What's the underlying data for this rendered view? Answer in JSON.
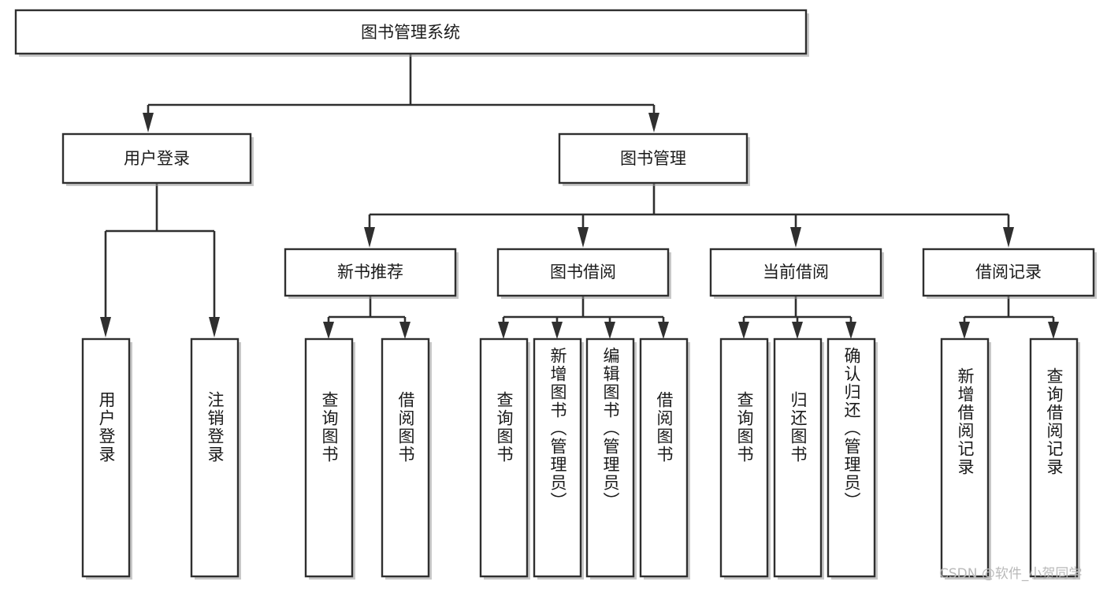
{
  "diagram": {
    "title": "图书管理系统",
    "type": "tree",
    "watermark": "CSDN @软件_小贺同学",
    "colors": {
      "stroke": "#2f2f2f",
      "fill": "#ffffff",
      "text": "#1a1a1a",
      "shadow": "#9a9a9a",
      "watermark": "#b9b9b9"
    },
    "levels": {
      "root": {
        "label": "图书管理系统"
      },
      "level1": [
        {
          "label": "用户登录"
        },
        {
          "label": "图书管理"
        }
      ],
      "level2": [
        {
          "label": "新书推荐"
        },
        {
          "label": "图书借阅"
        },
        {
          "label": "当前借阅"
        },
        {
          "label": "借阅记录"
        }
      ],
      "leaves": {
        "user_login": [
          {
            "label": "用户登录"
          },
          {
            "label": "注销登录"
          }
        ],
        "new_book_recommend": [
          {
            "label": "查询图书"
          },
          {
            "label": "借阅图书"
          }
        ],
        "book_borrow": [
          {
            "label": "查询图书"
          },
          {
            "label": "新增图书（管理员）"
          },
          {
            "label": "编辑图书（管理员）"
          },
          {
            "label": "借阅图书"
          }
        ],
        "current_borrow": [
          {
            "label": "查询图书"
          },
          {
            "label": "归还图书"
          },
          {
            "label": "确认归还（管理员）"
          }
        ],
        "borrow_record": [
          {
            "label": "新增借阅记录"
          },
          {
            "label": "查询借阅记录"
          }
        ]
      }
    }
  }
}
